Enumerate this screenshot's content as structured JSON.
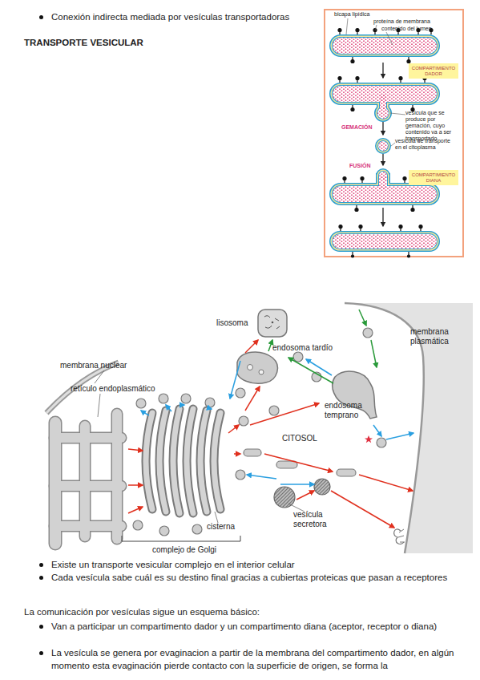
{
  "diagram": {
    "title": "TRANSPORTE VESICULAR",
    "nodes": [
      {
        "text": [
          "COMPARTIMIENTO DADOR"
        ]
      },
      {
        "text": [
          "COMPARTIMIENTO DIANA"
        ]
      }
    ],
    "labels": [
      "Conexión indirecta mediada por vesículas transportadoras",
      "bicapa lipídica",
      "proteína de membrana",
      "contenido del lumen",
      "vesícula que se produce por gemación, cuyo contenido va a ser transportado",
      "GEMACIÓN",
      "vesícula de transporte en el citoplasma",
      "FUSIÓN",
      "lisosoma",
      "membrana plasmática",
      "membrana nuclear",
      "retículo endoplasmático",
      "endosoma tardío",
      "endosoma temprano",
      "CITOSOL",
      "cisterna",
      "vesícula secretora",
      "complejo de Golgi",
      "Existe un transporte vesicular complejo en el interior celular",
      "Cada vesícula sabe cuál es su destino final gracias a cubiertas proteicas que pasan a receptores",
      "La comunicación por vesículas sigue un esquema básico:",
      "Van a participar un compartimento dador y un compartimento diana (aceptor, receptor o diana)",
      "La vesícula se genera por evaginacion a partir de la membrana del compartimento dador, en algún momento esta evaginación pierde contacto con la superficie de origen, se forma la"
    ]
  }
}
